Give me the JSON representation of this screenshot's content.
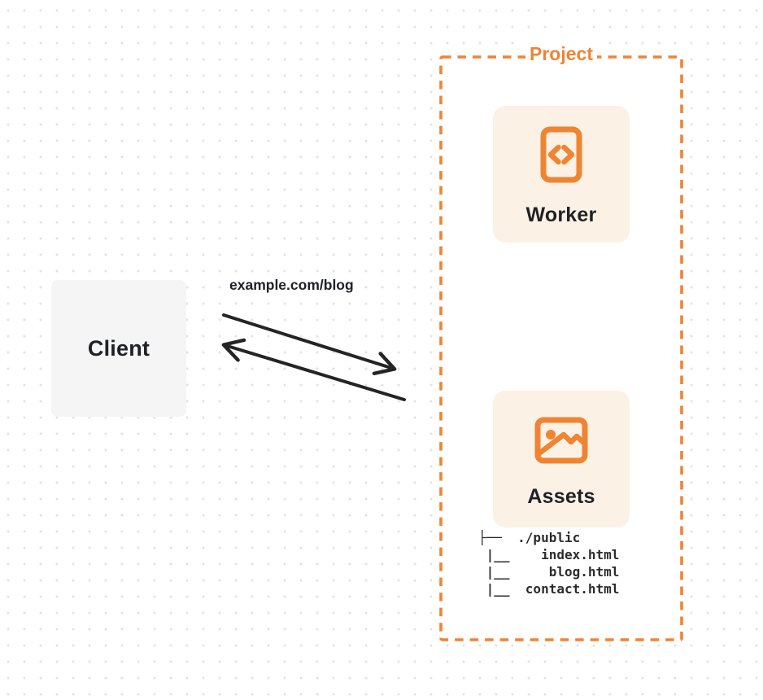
{
  "diagram": {
    "project_label": "Project",
    "client_label": "Client",
    "request_label": "example.com/blog",
    "worker_label": "Worker",
    "assets_label": "Assets",
    "file_tree": "├──  ./public\n |__    index.html\n |__     blog.html\n |__  contact.html"
  },
  "icons": {
    "worker_icon": "code-document-icon",
    "assets_icon": "image-icon"
  },
  "colors": {
    "accent_orange": "#ef8433",
    "card_background": "#fbf2e5",
    "client_background": "#f5f5f6",
    "text_dark": "#1f2125",
    "arrow": "#242424",
    "background_dot": "#e3e3e5"
  }
}
